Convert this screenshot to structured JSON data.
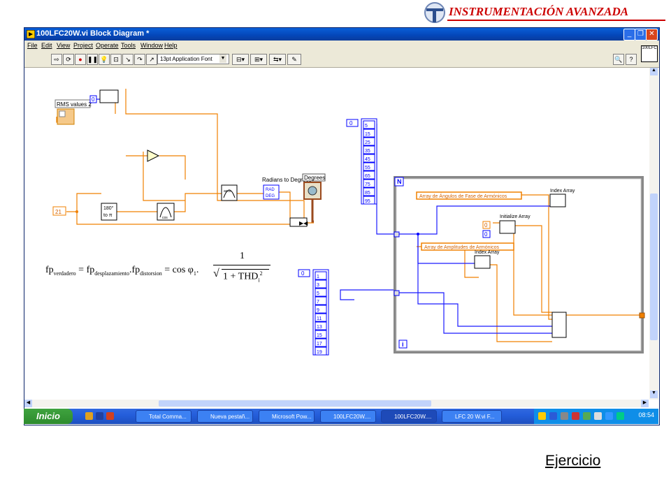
{
  "brand": {
    "text": "INSTRUMENTACIÓN AVANZADA",
    "color": "#cc0000"
  },
  "window": {
    "title": "100LFC20W.vi Block Diagram *",
    "menu": [
      "File",
      "Edit",
      "View",
      "Project",
      "Operate",
      "Tools",
      "Window",
      "Help"
    ],
    "font_select": "13pt Application Font",
    "vi_icon_label": "100LFC"
  },
  "diagram": {
    "rms_label": "RMS values 2",
    "rms_index": "0",
    "const_21": "21",
    "pi_node": [
      "180°",
      "to π"
    ],
    "cos_node": "cos",
    "acos_node": "acos",
    "rad_to_deg_label": "Radians to Degrees",
    "rad_to_deg_node": [
      "RAD",
      "DEG"
    ],
    "degrees_label": "Degrees",
    "array_top": {
      "index": "0",
      "values": [
        "5",
        "15",
        "25",
        "35",
        "45",
        "55",
        "65",
        "75",
        "85",
        "95"
      ]
    },
    "array_bottom": {
      "index": "0",
      "values": [
        "1",
        "3",
        "5",
        "7",
        "9",
        "11",
        "13",
        "15",
        "17",
        "19"
      ]
    },
    "loop_N": "N",
    "loop_i": "i",
    "angles_ref": "Array de Ángulos de Fase de Armónicos",
    "amplitudes_ref": "Array de Amplitudes de Armónicos",
    "index_array_1": "Index Array",
    "index_array_2": "Index Array",
    "initialize_array": "Initialize Array",
    "init_const_0": "0",
    "init_const_1": "0",
    "formula": {
      "lhs": "fp",
      "lhs_sub": "verdadero",
      "eq": "=",
      "t1": "fp",
      "t1_sub": "desplazamiento",
      "t2": ".fp",
      "t2_sub": "distorsion",
      "eq2": "= cos φ",
      "phi_sub": "1",
      "dot": ".",
      "numerator": "1",
      "denominator": "1 + THD",
      "thd_sub": "i",
      "thd_sup": "2"
    }
  },
  "taskbar": {
    "start": "Inicio",
    "tasks": [
      {
        "label": "Total Comma...",
        "active": false
      },
      {
        "label": "Nueva pestañ...",
        "active": false
      },
      {
        "label": "Microsoft Pow...",
        "active": false
      },
      {
        "label": "100LFC20W....",
        "active": false
      },
      {
        "label": "100LFC20W....",
        "active": true
      },
      {
        "label": "LFC 20 W.vi F...",
        "active": false
      }
    ],
    "clock": "08:54"
  },
  "footer_link": "Ejercicio",
  "colors": {
    "orange_wire": "#f08000",
    "blue_wire": "#1a1aff",
    "brown_wire": "#9b4a1e",
    "xp_blue": "#245edb"
  }
}
